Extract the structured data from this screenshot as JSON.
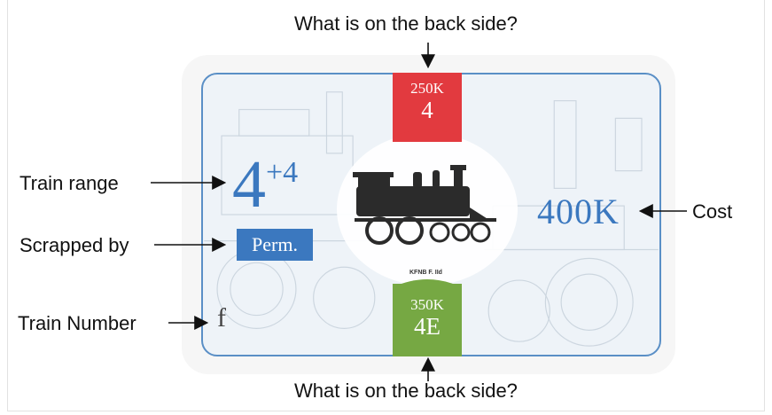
{
  "labels": {
    "top_question": "What is on the back side?",
    "bottom_question": "What is on the back side?",
    "train_range": "Train range",
    "scrapped_by": "Scrapped by",
    "train_number": "Train Number",
    "cost": "Cost"
  },
  "card": {
    "range_base": "4",
    "range_extra": "+4",
    "scrapped_by": "Perm.",
    "train_number": "f",
    "cost": "400K",
    "locomotive_caption": "KFNB F. IId",
    "top_banner": {
      "price": "250K",
      "value": "4"
    },
    "bottom_banner": {
      "price": "350K",
      "value": "4E"
    }
  },
  "colors": {
    "card_border": "#5a8fc6",
    "accent_blue": "#3b78bf",
    "top_banner": "#e23a3f",
    "bottom_banner": "#76a843"
  },
  "icons": [
    "arrow-icon",
    "locomotive-icon"
  ]
}
